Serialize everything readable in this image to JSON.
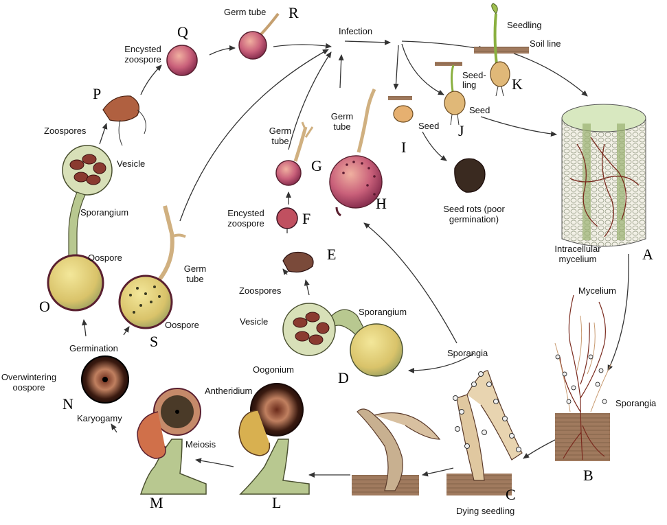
{
  "diagram": {
    "center_label": "Infection",
    "stages": {
      "A": {
        "letter": "A",
        "label": "Intracellular mycelium"
      },
      "B": {
        "letter": "B",
        "labels": [
          "Mycelium",
          "Sporangia"
        ]
      },
      "C": {
        "letter": "C",
        "labels": [
          "Sporangia",
          "Dying seedling"
        ]
      },
      "D": {
        "letter": "D",
        "labels": [
          "Sporangium",
          "Vesicle",
          "Zoospores"
        ]
      },
      "E": {
        "letter": "E"
      },
      "F": {
        "letter": "F",
        "label": "Encysted zoospore"
      },
      "G": {
        "letter": "G",
        "label": "Germ tube"
      },
      "H": {
        "letter": "H",
        "label": "Germ tube"
      },
      "I": {
        "letter": "I",
        "labels": [
          "Seed",
          "Seed rots (poor germination)"
        ]
      },
      "J": {
        "letter": "J",
        "labels": [
          "Seed",
          "Seed-ling"
        ]
      },
      "K": {
        "letter": "K",
        "labels": [
          "Seedling",
          "Soil line"
        ]
      },
      "L": {
        "letter": "L",
        "labels": [
          "Oogonium",
          "Antheridium"
        ]
      },
      "M": {
        "letter": "M",
        "label": "Meiosis"
      },
      "N": {
        "letter": "N",
        "labels": [
          "Overwintering oospore",
          "Karyogamy"
        ]
      },
      "O": {
        "letter": "O",
        "label": "Oospore"
      },
      "P": {
        "letter": "P",
        "labels": [
          "Zoospores",
          "Vesicle",
          "Sporangium"
        ]
      },
      "Q": {
        "letter": "Q",
        "label": "Encysted zoospore"
      },
      "R": {
        "letter": "R",
        "label": "Germ tube"
      },
      "S": {
        "letter": "S",
        "labels": [
          "Germ tube",
          "Oospore",
          "Germination"
        ]
      }
    }
  },
  "colors": {
    "arrow": "#333333",
    "spore_pink": "#c9607a",
    "oospore_yellow": "#e6d27a",
    "soil": "#8a6a52",
    "mycelium": "#7a2a1e"
  }
}
